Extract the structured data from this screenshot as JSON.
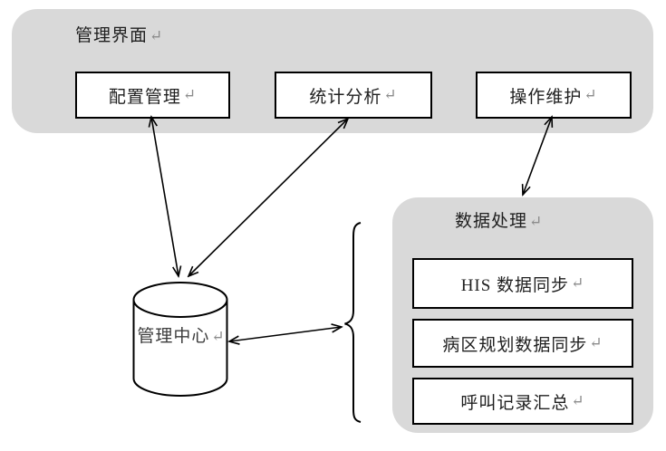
{
  "diagram": {
    "paragraph_mark": "↵",
    "top_panel": {
      "title": "管理界面",
      "boxes": [
        {
          "label": "配置管理"
        },
        {
          "label": "统计分析"
        },
        {
          "label": "操作维护"
        }
      ]
    },
    "bottom_panel": {
      "title": "数据处理",
      "boxes": [
        {
          "label": "HIS 数据同步"
        },
        {
          "label": "病区规划数据同步"
        },
        {
          "label": "呼叫记录汇总"
        }
      ]
    },
    "database": {
      "label": "管理中心"
    },
    "colors": {
      "panel_bg": "#d9d9d9",
      "box_border": "#000000",
      "text": "#1f1f1f",
      "paragraph_mark": "#8c8c8c"
    }
  }
}
